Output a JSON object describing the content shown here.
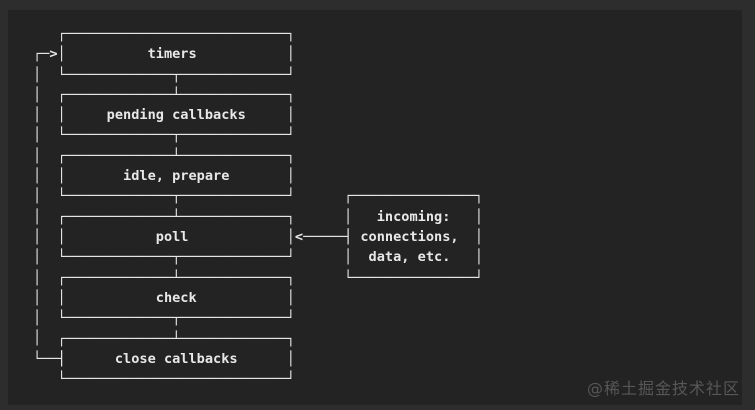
{
  "colors": {
    "outer_background": "#2d2d2d",
    "panel_background": "#232323",
    "diagram_line": "#e8e8e8",
    "watermark_text": "#575757"
  },
  "event_loop": {
    "phases": [
      {
        "label": "timers"
      },
      {
        "label": "pending callbacks"
      },
      {
        "label": "idle, prepare"
      },
      {
        "label": "poll"
      },
      {
        "label": "check"
      },
      {
        "label": "close callbacks"
      }
    ],
    "side_box": {
      "lines": [
        "incoming:",
        "connections,",
        "data, etc."
      ]
    },
    "loop_arrow_glyph": "┌─>",
    "poll_arrow_glyph": "<─────┤"
  },
  "watermark": {
    "text": "@稀土掘金技术社区"
  }
}
